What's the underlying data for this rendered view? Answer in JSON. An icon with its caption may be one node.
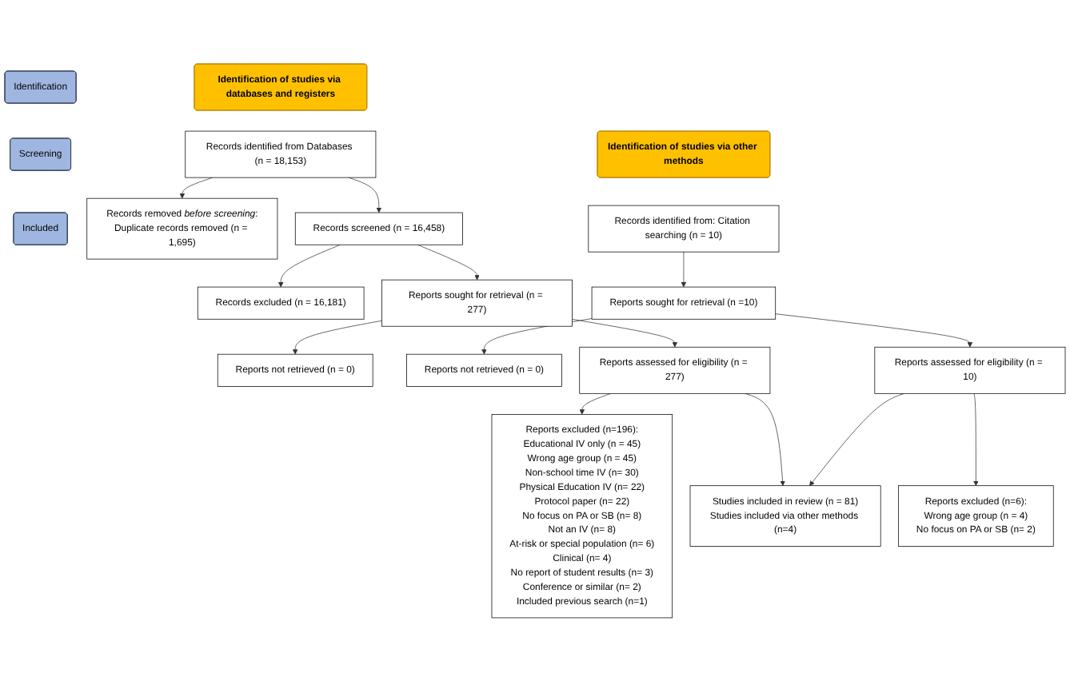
{
  "diagram": {
    "nodes": [
      {
        "text": [
          "Identification of studies via databases and registers"
        ]
      },
      {
        "text": [
          "Identification of studies via other methods"
        ]
      },
      {
        "text": [
          "Identification"
        ]
      },
      {
        "text": [
          "Screening"
        ]
      },
      {
        "text": [
          "Included"
        ]
      },
      {
        "text": [
          "Records identified from Databases (n = 18,153)"
        ]
      },
      {
        "text": [
          "Records removed *before screening*:",
          "Duplicate records removed (n = 1,695)"
        ]
      },
      {
        "text": [
          "Records identified from: Citation searching (n = 10)"
        ]
      },
      {
        "text": [
          "Records screened (n = 16,458)"
        ]
      },
      {
        "text": [
          "Records excluded (n = 16,181)"
        ]
      },
      {
        "text": [
          "Reports sought for retrieval (n = 277)"
        ]
      },
      {
        "text": [
          "Reports not retrieved (n = 0)"
        ]
      },
      {
        "text": [
          "Reports sought for retrieval (n =10)"
        ]
      },
      {
        "text": [
          "Reports not retrieved (n = 0)"
        ]
      },
      {
        "text": [
          "Reports assessed for eligibility (n = 277)"
        ]
      },
      {
        "text": [
          "Reports excluded (n=196):",
          "Educational IV only (n = 45)",
          "Wrong age group (n = 45)",
          "Non-school time IV (n= 30)",
          "Physical Education IV (n= 22)",
          "Protocol paper (n= 22)",
          "No focus on PA or SB (n= 8)",
          "Not an IV (n= 8)",
          "At-risk or special population (n= 6)",
          "Clinical (n= 4)",
          "No report of student results (n= 3)",
          "Conference or similar (n= 2)",
          "Included previous search (n=1)"
        ]
      },
      {
        "text": [
          "Reports assessed for eligibility (n = 10)"
        ]
      },
      {
        "text": [
          "Reports excluded (n=6):",
          "Wrong age group (n = 4)",
          "No focus on PA or SB (n= 2)"
        ]
      },
      {
        "text": [
          "Studies included in review (n = 81)",
          "Studies included via other methods (n=4)"
        ]
      }
    ],
    "edges": [
      {
        "from": 5,
        "to": 6,
        "arrow": "to"
      },
      {
        "from": 5,
        "to": 8,
        "arrow": "to"
      },
      {
        "from": 8,
        "to": 9,
        "arrow": "to"
      },
      {
        "from": 8,
        "to": 10,
        "arrow": "to"
      },
      {
        "from": 10,
        "to": 11,
        "arrow": "to"
      },
      {
        "from": 10,
        "to": 14,
        "arrow": "to"
      },
      {
        "from": 14,
        "to": 15,
        "arrow": "to"
      },
      {
        "from": 14,
        "to": 18,
        "arrow": "to"
      },
      {
        "from": 7,
        "to": 12,
        "arrow": "to"
      },
      {
        "from": 12,
        "to": 13,
        "arrow": "to"
      },
      {
        "from": 12,
        "to": 16,
        "arrow": "to"
      },
      {
        "from": 16,
        "to": 17,
        "arrow": "to"
      },
      {
        "from": 16,
        "to": 18,
        "arrow": "to"
      }
    ]
  }
}
